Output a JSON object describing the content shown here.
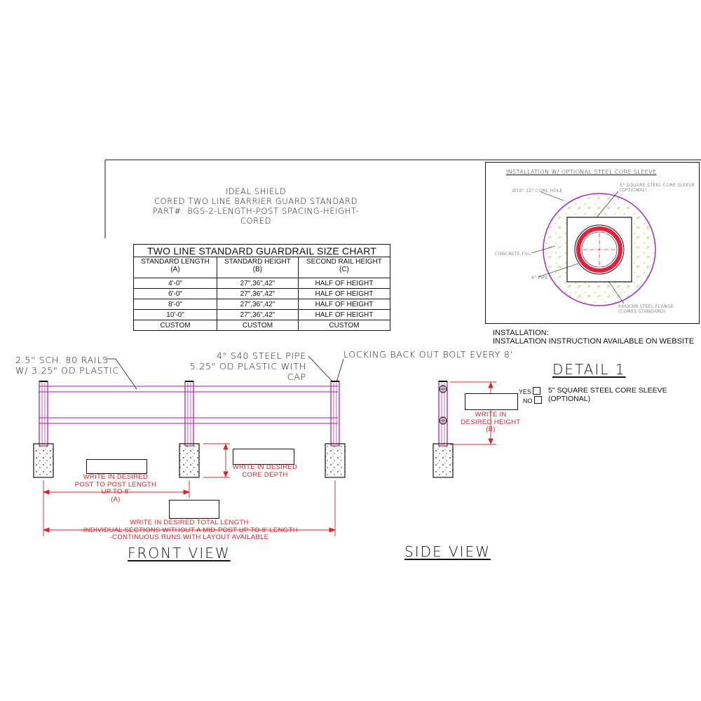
{
  "title_block": {
    "line1": "IDEAL SHIELD",
    "line2": "CORED TWO LINE BARRIER GUARD STANDARD",
    "line3": "PART#: BGS-2-LENGTH-POST SPACING-HEIGHT-CORED"
  },
  "size_chart": {
    "caption": "TWO LINE STANDARD GUARDRAIL SIZE CHART",
    "headers": [
      {
        "label": "STANDARD LENGTH",
        "sub": "(A)"
      },
      {
        "label": "STANDARD HEIGHT",
        "sub": "(B)"
      },
      {
        "label": "SECOND RAIL HEIGHT",
        "sub": "(C)"
      }
    ],
    "rows": [
      [
        "4'-0\"",
        "27\",36\",42\"",
        "HALF OF HEIGHT"
      ],
      [
        "6'-0\"",
        "27\",36\",42\"",
        "HALF OF HEIGHT"
      ],
      [
        "8'-0\"",
        "27\",36\",42\"",
        "HALF OF HEIGHT"
      ],
      [
        "10'-0\"",
        "27\",36\",42\"",
        "HALF OF HEIGHT"
      ],
      [
        "CUSTOM",
        "CUSTOM",
        "CUSTOM"
      ]
    ]
  },
  "installation_detail": {
    "title": "INSTALLATION W/ OPTIONAL STEEL CORE SLEEVE",
    "core_hole": "Ø10\"-12\" CORE HOLE",
    "sleeve_line1": "5\" SQUARE STEEL CORE SLEEVE",
    "sleeve_line2": "(OPTIONAL)",
    "concrete_fill": "CONCRETE FILL",
    "pipe": "4\" PIPE",
    "flange_line1": "6X6X3/8 STEEL FLANGE",
    "flange_line2": "(COMES STANDARD)"
  },
  "installation_note": {
    "line1": "INSTALLATION:",
    "line2": "INSTALLATION INSTRUCTION AVAILABLE ON WEBSITE"
  },
  "callouts": {
    "rails_line1": "2.5\" SCH. 80 RAILS",
    "rails_line2": "W/ 3.25\" OD PLASTIC",
    "pipe_line1": "4\" S40 STEEL PIPE",
    "pipe_line2": "5.25\" OD PLASTIC WITH CAP",
    "bolt": "LOCKING BACK OUT BOLT EVERY 8'"
  },
  "detail_1": "DETAIL 1",
  "sleeve_option": {
    "yes": "YES",
    "no": "NO",
    "line1": "5\" SQUARE STEEL CORE SLEEVE",
    "line2": "(OPTIONAL)"
  },
  "notes": {
    "core_depth_line1": "WRITE IN DESIRED",
    "core_depth_line2": "CORE DEPTH",
    "post_line1": "WRITE IN DESIRED",
    "post_line2": "POST TO POST LENGTH",
    "post_line3": "UP TO 8'",
    "post_line4": "(A)",
    "total_line1": "WRITE IN DESIRED TOTAL LENGTH",
    "total_line2": "-INDIVIDUAL SECTIONS WITHOUT A MID-POST UP TO 8' LENGTH",
    "total_line3": "-CONTINUOUS RUNS WITH LAYOUT AVAILABLE",
    "height_line1": "WRITE IN",
    "height_line2": "DESIRED HEIGHT",
    "height_line3": "(B)"
  },
  "views": {
    "front": "FRONT VIEW",
    "side": "SIDE VIEW"
  },
  "colors": {
    "rail": "#b040c8",
    "post": "#d0206c",
    "dimension": "#e0202a",
    "pipe_ring": "#e81e3c"
  }
}
